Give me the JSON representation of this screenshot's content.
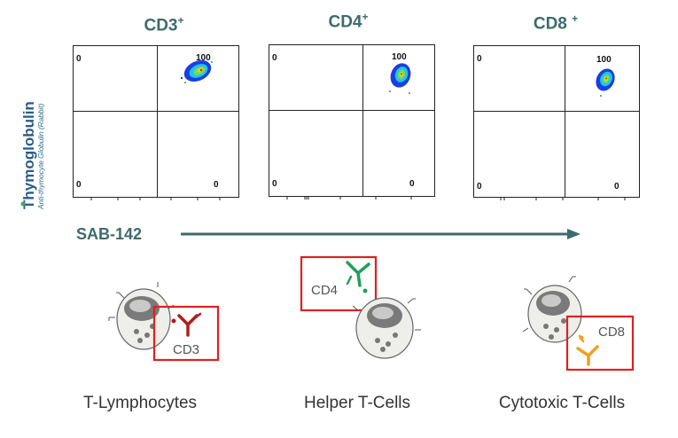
{
  "logo": {
    "brand": "Thymoglobulin",
    "tagline": "Anti-thymocyte Globulin (Rabbit)"
  },
  "panels": [
    {
      "title": "CD3",
      "sup": "+",
      "q_tr": "100",
      "q_tl": "0",
      "q_bl": "0",
      "q_br": "0"
    },
    {
      "title": "CD4",
      "sup": "+",
      "q_tr": "100",
      "q_tl": "0",
      "q_bl": "0",
      "q_br": "0"
    },
    {
      "title": "CD8 ",
      "sup": "+",
      "q_tr": "100",
      "q_tl": "0",
      "q_bl": "0",
      "q_br": "0"
    }
  ],
  "arrow_label": "SAB-142",
  "cells": [
    {
      "marker": "CD3",
      "label": "T-Lymphocytes",
      "antibody_color": "#b31b1b"
    },
    {
      "marker": "CD4",
      "label": "Helper T-Cells",
      "antibody_color": "#1fa05a"
    },
    {
      "marker": "CD8",
      "label": "Cytotoxic T-Cells",
      "antibody_color": "#f0a020"
    }
  ],
  "colors": {
    "accent": "#3d6b6b",
    "box": "#e02020"
  }
}
